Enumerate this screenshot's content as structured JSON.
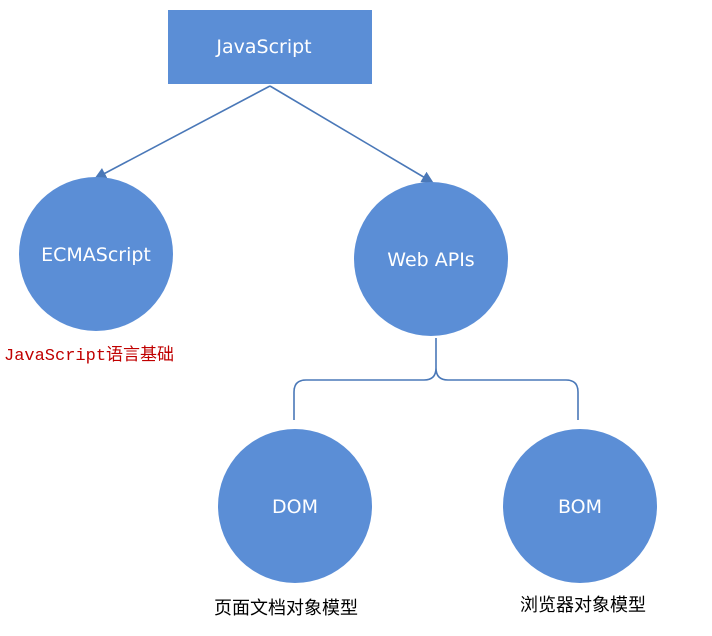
{
  "colors": {
    "node_fill": "#5b8ed6",
    "node_text": "#ffffff",
    "connector": "#4a78b8",
    "caption_red": "#c00000",
    "caption_dark": "#000000"
  },
  "nodes": {
    "javascript": "JavaScript",
    "ecmascript": "ECMAScript",
    "web_apis": "Web APIs",
    "dom": "DOM",
    "bom": "BOM"
  },
  "captions": {
    "ecmascript_code": "JavaScript",
    "ecmascript_rest": "语言基础",
    "dom": "页面文档对象模型",
    "bom": "浏览器对象模型"
  }
}
